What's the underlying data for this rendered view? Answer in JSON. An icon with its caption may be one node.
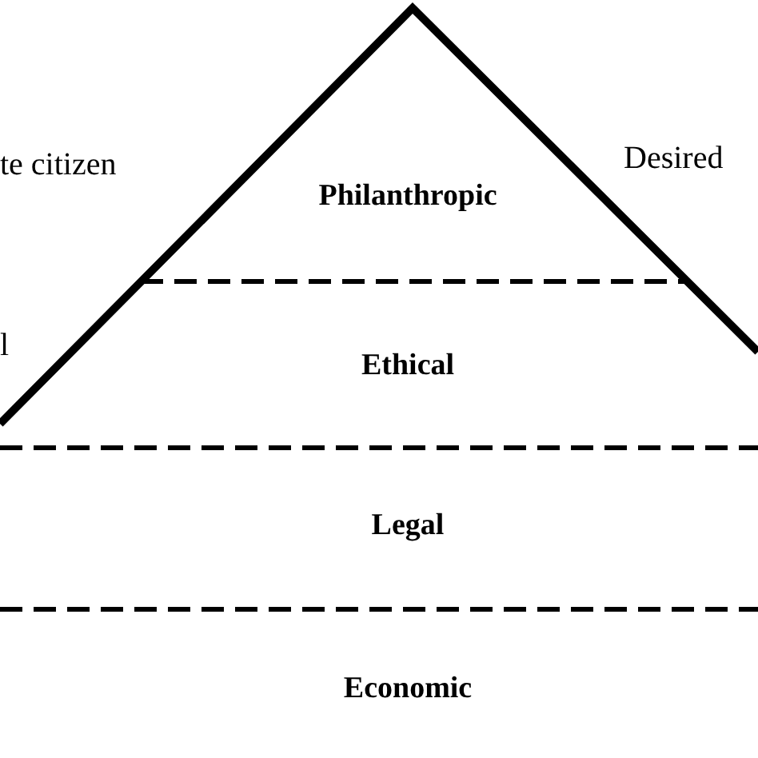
{
  "diagram": {
    "nodes": [
      {
        "text": [
          "Philanthropic"
        ]
      },
      {
        "text": [
          "Ethical"
        ]
      },
      {
        "text": [
          "Legal"
        ]
      },
      {
        "text": [
          "Economic"
        ]
      }
    ],
    "labels": [
      "te citizen",
      "Desired",
      "l"
    ]
  }
}
